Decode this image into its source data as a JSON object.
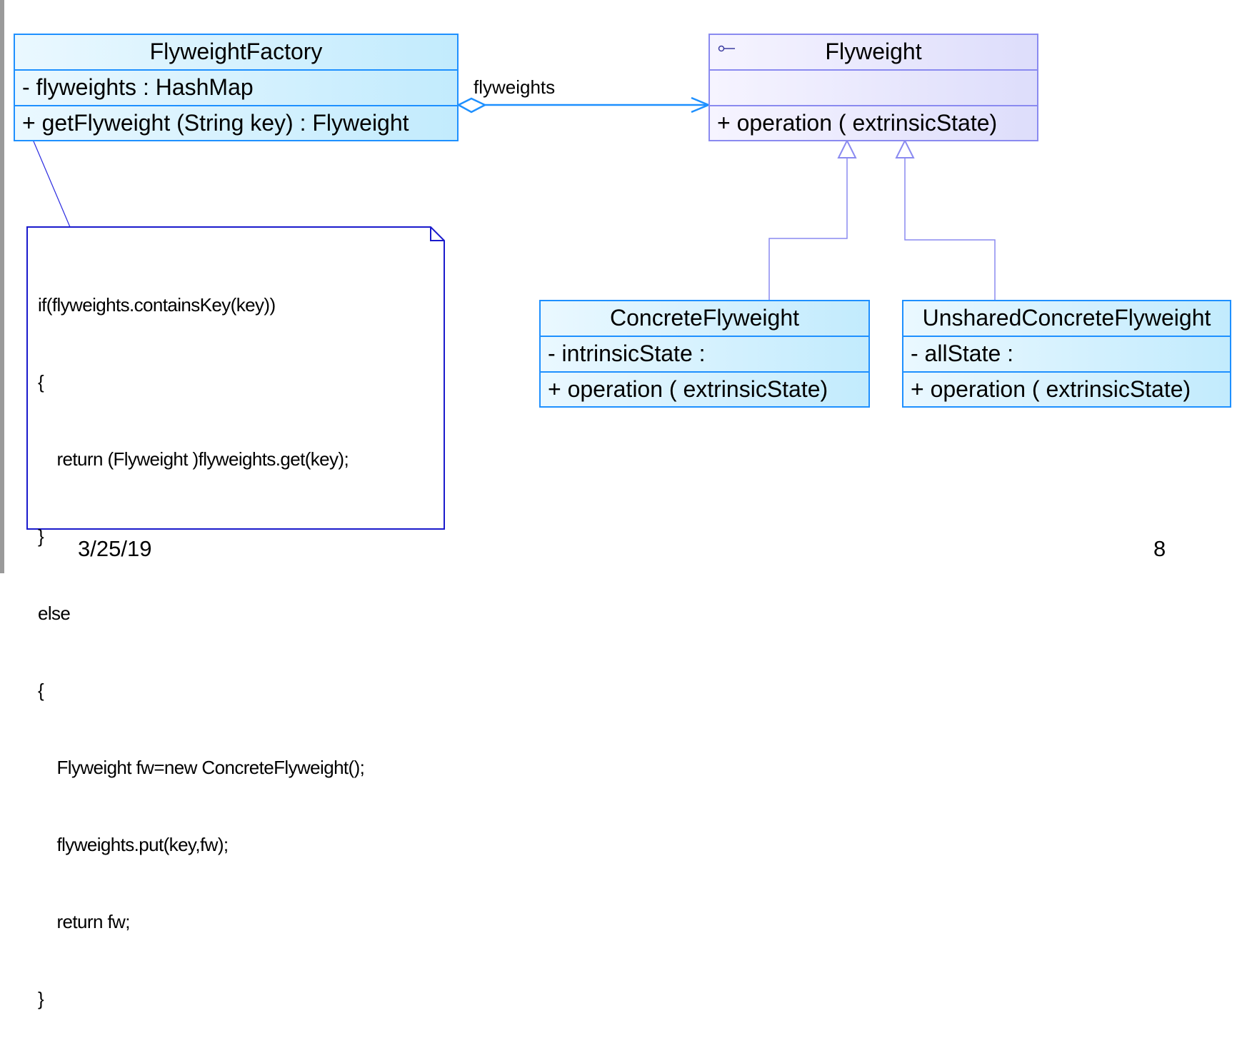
{
  "flyweight_factory": {
    "name": "FlyweightFactory",
    "attribute": "-  flyweights  : HashMap",
    "operation": "+  getFlyweight (String key)  : Flyweight"
  },
  "flyweight": {
    "name": "Flyweight",
    "stereotype_icon": "interface-icon",
    "attribute": "",
    "operation": "+  operation ( extrinsicState)"
  },
  "concrete_flyweight": {
    "name": "ConcreteFlyweight",
    "attribute": "-  intrinsicState  :",
    "operation": "+  operation ( extrinsicState)"
  },
  "unshared_concrete_flyweight": {
    "name": "UnsharedConcreteFlyweight",
    "attribute": "-  allState  :",
    "operation": "+  operation ( extrinsicState)"
  },
  "association": {
    "label": "flyweights"
  },
  "note": {
    "code_lines": [
      "if(flyweights.containsKey(key))",
      "{",
      "    return (Flyweight )flyweights.get(key);",
      "}",
      "else",
      "{",
      "    Flyweight fw=new ConcreteFlyweight();",
      "    flyweights.put(key,fw);",
      "    return fw;",
      "}"
    ]
  },
  "footer": {
    "date": "3/25/19",
    "page_number": "8"
  },
  "colors": {
    "class_border": "#1e90ff",
    "interface_border": "#8a8af0",
    "note_border": "#1a1acc",
    "generalization_line": "#8a8af0",
    "association_line": "#1e90ff"
  }
}
